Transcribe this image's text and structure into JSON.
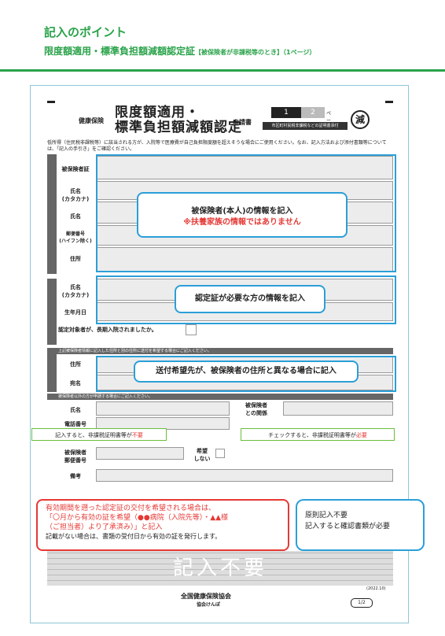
{
  "header": {
    "title": "記入のポイント",
    "subtitle": "限度額適用・標準負担額減額認定証",
    "subtitle_note": "【被保険者が非課税等のとき】（1ページ）"
  },
  "form": {
    "kenpo": "健康保険",
    "title_line1": "限度額適用・",
    "title_line2": "標準負担額減額認定",
    "shinsei": "申請書",
    "page1": "1",
    "page2": "2",
    "page_word": "ページ",
    "sub_tag": "市区町村民税非課税などの証明書添付",
    "gen": "減",
    "note": "低所得（住民税非課税等）に該当される方が、入院等で医療費が自己負担限度額を超えそうな場合にご使用ください。なお、記入方法および添付書類等については、「記入の手引き」をご確認ください。",
    "labels": {
      "hihokensha_sho": "被保険者証",
      "shimei_kana": "氏名\n(カタカナ)",
      "shimei": "氏名",
      "yubin": "郵便番号\n(ハイフン除く)",
      "jusho": "住所",
      "nintei_shimei": "氏名\n(カタカナ)",
      "seinengappi": "生年月日",
      "chokinyuin": "認定対象者が、長期入院されましたか。",
      "soufu_jusho": "住所",
      "atena": "宛名",
      "shimei2": "氏名",
      "denwa": "電話番号",
      "hihoyubin": "被保険者\n郵便番号",
      "kibou": "希望\nしない",
      "biko": "備考",
      "kankei": "被保険者\nとの関係"
    },
    "section_head_soufu": "上記被保険者情報に記入した住所と別の住所に送付を希望する場合にご記入ください。",
    "section_head_daiko": "被保険者以外の方が申請する場合にご記入ください。"
  },
  "callouts": {
    "hihokensha_1": "被保険者(本人)の情報を記入",
    "hihokensha_2": "※扶養家族の情報ではありません",
    "nintei": "認定証が必要な方の情報を記入",
    "soufu": "送付希望先が、被保険者の住所と異なる場合に記入"
  },
  "green_left": {
    "pre": "記入すると、非課税証明書等が",
    "em": "不要"
  },
  "green_right": {
    "pre": "チェックすると、非課税証明書等が",
    "em": "必要"
  },
  "red_box": {
    "line1": "有効期間を遡った認定証の交付を希望される場合は、",
    "line2": "「〇月から有効の証を希望（●●病院（入院先等）・▲▲様",
    "line3": "（ご担当者）より了承済み）」と記入",
    "line4": "記載がない場合は、書類の受付日から有効の証を発行します。"
  },
  "blue_box": {
    "line1": "原則記入不要",
    "line2": "記入すると確認書類が必要"
  },
  "fuyou": "記入不要",
  "footer": {
    "logo": "全国健康保険協会",
    "logo_sub": "協会けんぽ",
    "page": "1/2",
    "year": "(2022.10)"
  }
}
